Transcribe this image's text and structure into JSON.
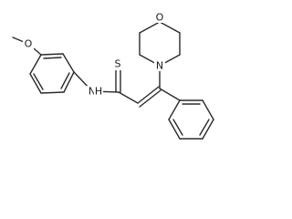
{
  "molecule": {
    "atom_labels": {
      "methoxy_oxygen": "O",
      "amide_nitrogen": "N",
      "amide_hydrogen": "H",
      "thione_sulfur": "S",
      "morpholine_nitrogen": "N",
      "morpholine_oxygen": "O"
    }
  }
}
